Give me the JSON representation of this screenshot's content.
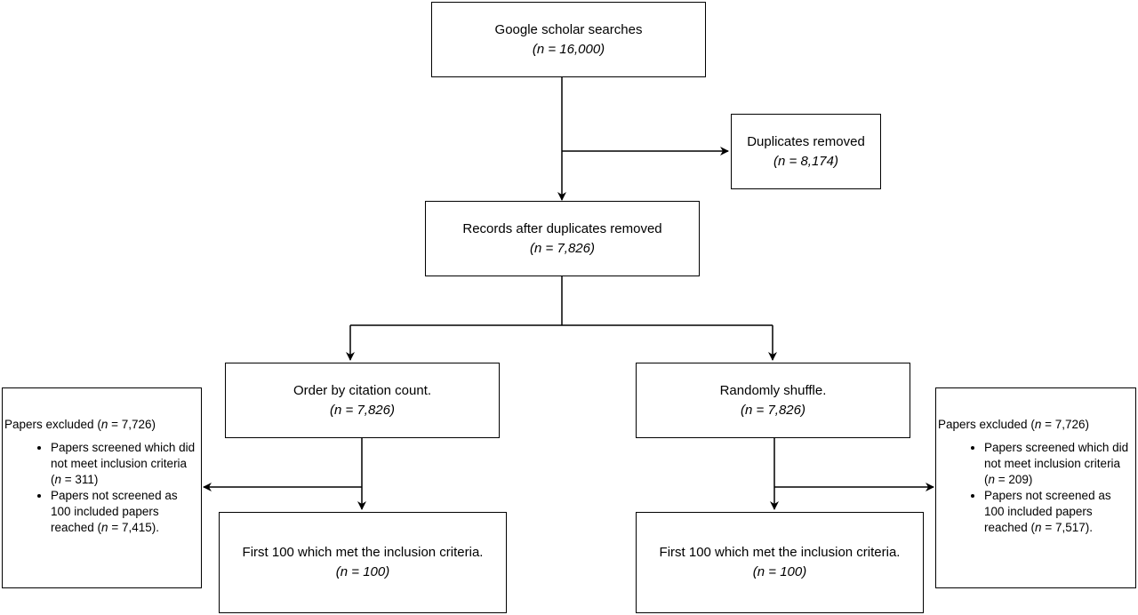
{
  "nodes": {
    "search": {
      "label": "Google scholar searches",
      "n": "(n = 16,000)"
    },
    "duplicates": {
      "label": "Duplicates removed",
      "n": "(n = 8,174)"
    },
    "records": {
      "label": "Records after duplicates removed",
      "n": "(n = 7,826)"
    },
    "order": {
      "label": "Order by citation count.",
      "n": "(n = 7,826)"
    },
    "shuffle": {
      "label": "Randomly shuffle.",
      "n": "(n = 7,826)"
    },
    "first_left": {
      "label": "First 100 which met the inclusion criteria.",
      "n": "(n = 100)"
    },
    "first_right": {
      "label": "First 100 which met the inclusion criteria.",
      "n": "(n = 100)"
    }
  },
  "excluded_left": {
    "head_prefix": "Papers excluded (",
    "head_n": "n",
    "head_suffix": " = 7,726)",
    "items": [
      {
        "prefix": "Papers screened which did not meet inclusion criteria (",
        "n": "n",
        "suffix": " = 311)"
      },
      {
        "prefix": "Papers not screened as 100 included papers reached (",
        "n": "n",
        "suffix": " = 7,415)."
      }
    ]
  },
  "excluded_right": {
    "head_prefix": "Papers excluded (",
    "head_n": "n",
    "head_suffix": " = 7,726)",
    "items": [
      {
        "prefix": "Papers screened which did not meet inclusion criteria (",
        "n": "n",
        "suffix": " = 209)"
      },
      {
        "prefix": "Papers not screened as 100 included papers reached (",
        "n": "n",
        "suffix": " = 7,517)."
      }
    ]
  }
}
